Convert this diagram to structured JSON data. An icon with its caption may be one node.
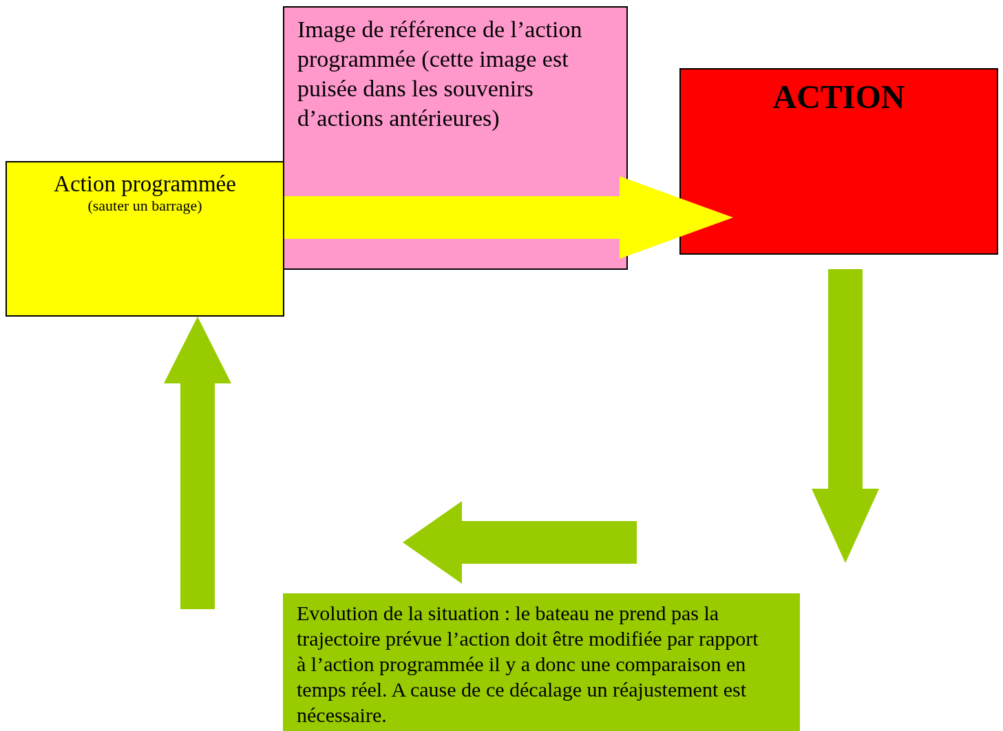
{
  "diagram": {
    "nodes": [
      {
        "text": [
          "Action programmée",
          "(sauter un barrage)"
        ]
      },
      {
        "text": [
          "Image de référence de l’action programmée (cette image est puisée dans les souvenirs d’actions antérieures)"
        ]
      },
      {
        "text": [
          "ACTION"
        ]
      },
      {
        "text": [
          "Evolution de la situation : le bateau ne prend pas la trajectoire prévue l’action doit être modifiée par rapport à l’action programmée il y a donc une comparaison en temps réel. A cause de  ce décalage un réajustement est nécessaire."
        ]
      }
    ],
    "edges": [
      {
        "from": 0,
        "to": 2,
        "arrow": "to",
        "style": "thick",
        "color": "#ffff00"
      },
      {
        "from": 2,
        "to": null,
        "arrow": "to",
        "style": "thick",
        "color": "#99cc00"
      },
      {
        "from": 3,
        "to": null,
        "arrow": "to",
        "style": "thick",
        "color": "#99cc00"
      },
      {
        "from": null,
        "to": 0,
        "arrow": "to",
        "style": "thick",
        "color": "#99cc00"
      }
    ]
  }
}
